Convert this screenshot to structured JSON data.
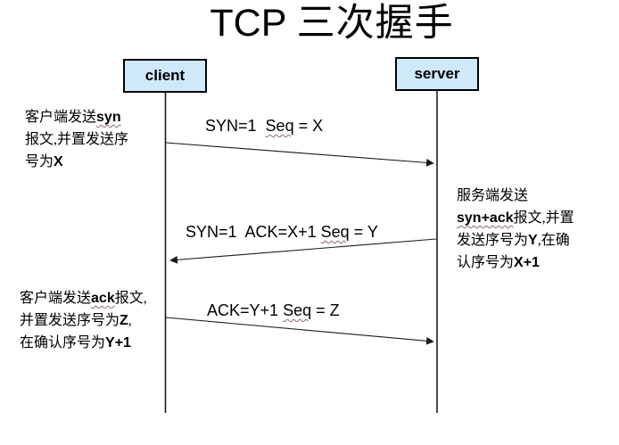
{
  "title": {
    "latin": "TCP ",
    "cjk": "三次握手"
  },
  "actors": {
    "client": "client",
    "server": "server"
  },
  "colors": {
    "actor_box_fill": "#cfe9fa",
    "actor_box_border": "#000000",
    "line": "#1a1a1a",
    "spellcheck_underline": "#8a6a6a"
  },
  "messages": [
    {
      "pre": "SYN=1  ",
      "wavy": "Seq",
      "post": " = X"
    },
    {
      "pre": "SYN=1  ACK=X+1 ",
      "wavy": "Seq",
      "post": " = Y"
    },
    {
      "pre": "ACK=Y+1 ",
      "wavy": "Seq",
      "post": " = Z"
    }
  ],
  "annotations": {
    "left_top": {
      "lines": [
        {
          "segments": [
            {
              "text": "客户端发送"
            },
            {
              "text": "syn"
            }
          ]
        },
        {
          "segments": [
            {
              "text": "报文,并置发送序"
            }
          ]
        },
        {
          "segments": [
            {
              "text": "号为"
            },
            {
              "text": "X"
            }
          ]
        }
      ]
    },
    "right": {
      "lines": [
        {
          "segments": [
            {
              "text": "服务端发送"
            }
          ]
        },
        {
          "segments": [
            {
              "text": "syn+ack"
            },
            {
              "text": "报文,并置"
            }
          ]
        },
        {
          "segments": [
            {
              "text": "发送序号为"
            },
            {
              "text": "Y"
            },
            {
              "text": ",在确"
            }
          ]
        },
        {
          "segments": [
            {
              "text": "认序号为"
            },
            {
              "text": "X+1"
            }
          ]
        }
      ]
    },
    "left_bottom": {
      "lines": [
        {
          "segments": [
            {
              "text": "客户端发送"
            },
            {
              "text": "ack"
            },
            {
              "text": "报文,"
            }
          ]
        },
        {
          "segments": [
            {
              "text": "并置发送序号为"
            },
            {
              "text": "Z"
            },
            {
              "text": ","
            }
          ]
        },
        {
          "segments": [
            {
              "text": "在确认序号为"
            },
            {
              "text": "Y+1"
            }
          ]
        }
      ]
    }
  }
}
